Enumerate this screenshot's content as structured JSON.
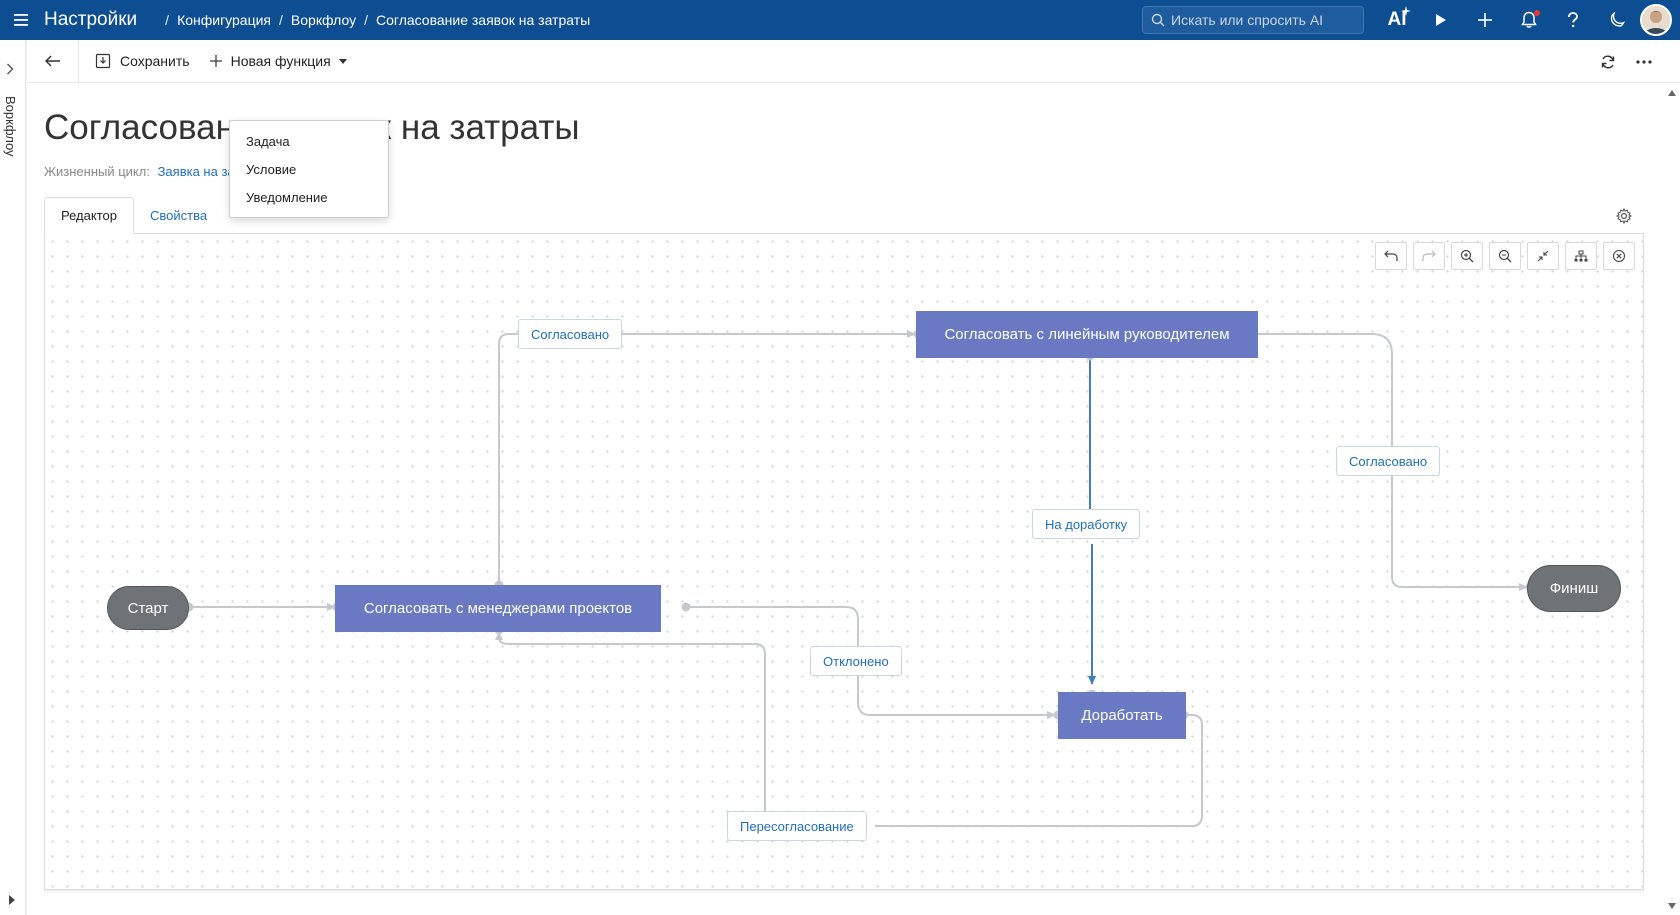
{
  "header": {
    "app_title": "Настройки",
    "breadcrumbs": [
      "Конфигурация",
      "Воркфлоу",
      "Согласование заявок на затраты"
    ],
    "breadcrumb_sep": "/",
    "search_placeholder": "Искать или спросить AI",
    "ai_label": "AI"
  },
  "left_rail": {
    "label": "Воркфлоу"
  },
  "toolbar": {
    "save_label": "Сохранить",
    "new_function_label": "Новая функция"
  },
  "dropdown": {
    "items": [
      "Задача",
      "Условие",
      "Уведомление"
    ]
  },
  "page": {
    "title": "Согласование заявок на затраты",
    "lifecycle_label": "Жизненный цикл:",
    "lifecycle_value": "Заявка на затраты"
  },
  "tabs": [
    {
      "label": "Редактор",
      "active": true
    },
    {
      "label": "Свойства",
      "active": false
    }
  ],
  "diagram": {
    "nodes": {
      "start": "Старт",
      "managers": "Согласовать с менеджерами проектов",
      "line_manager": "Согласовать с линейным руководителем",
      "rework": "Доработать",
      "finish": "Финиш"
    },
    "edge_labels": {
      "approved_1": "Согласовано",
      "approved_2": "Согласовано",
      "to_rework": "На доработку",
      "rejected": "Отклонено",
      "reapprove": "Пересогласование"
    }
  },
  "colors": {
    "header_bg": "#0d4d91",
    "task_node": "#6a79c4",
    "terminal_node": "#6e7377",
    "link": "#1f6fbf",
    "highlight_edge": "#3f7fc0"
  }
}
